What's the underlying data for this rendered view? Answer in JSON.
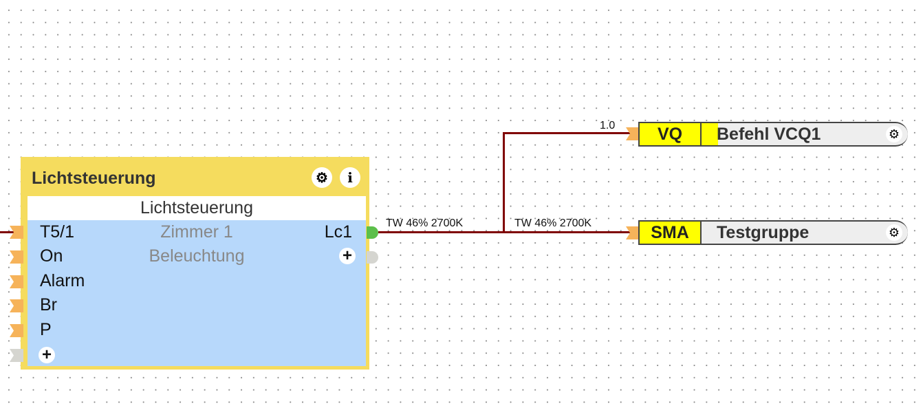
{
  "logic_block": {
    "title": "Lichtsteuerung",
    "subtitle": "Lichtsteuerung",
    "room": "Zimmer 1",
    "function": "Beleuchtung",
    "inputs": [
      "T5/1",
      "On",
      "Alarm",
      "Br",
      "P"
    ],
    "output": "Lc1",
    "add_symbol": "+",
    "icons": {
      "settings": "gear-icon",
      "info": "info-icon"
    },
    "info_glyph": "i"
  },
  "wires": {
    "out_label_1": "TW 46% 2700K",
    "out_label_2": "TW 46% 2700K",
    "vq_value": "1.0"
  },
  "outputs": [
    {
      "tag": "VQ",
      "name": "Befehl VCQ1",
      "fill_fraction": 0.08
    },
    {
      "tag": "SMA",
      "name": "Testgruppe"
    }
  ],
  "colors": {
    "block": "#f5dc5e",
    "body": "#b7d8fb",
    "wire": "#7f0000",
    "port_in": "#f6b35a",
    "port_out": "#5cbf4a",
    "tag": "#ffff00"
  }
}
